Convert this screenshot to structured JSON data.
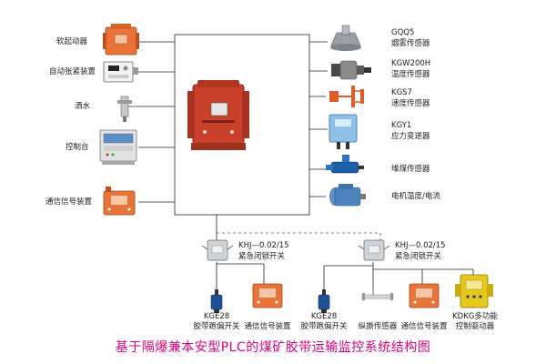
{
  "title": "基于隔爆兼本安型PLC的煤矿胶带运输监控系统结构图",
  "colors": {
    "frame_line": "#222222",
    "dashed_line": "#555555",
    "title": "#e0007a",
    "device_orange": "#e8743a",
    "device_red": "#c8402a",
    "device_blue": "#1f5fa8",
    "device_yellow": "#e6c81a"
  },
  "left_devices": [
    {
      "label": "软起动器",
      "icon": "orange-soft-starter-cabinet"
    },
    {
      "label": "自动张紧装置",
      "icon": "white-tensioner-box"
    },
    {
      "label": "洒水",
      "icon": "water-valve"
    },
    {
      "label": "控制台",
      "icon": "control-console"
    },
    {
      "label": "通信信号装置",
      "icon": "orange-signal-box"
    }
  ],
  "right_sensors": [
    {
      "line1": "GQQ5",
      "line2": "烟雾传感器",
      "icon": "smoke-sensor"
    },
    {
      "line1": "KGW200H",
      "line2": "温度传感器",
      "icon": "temperature-sensor"
    },
    {
      "line1": "KGS7",
      "line2": "速度传感器",
      "icon": "speed-sensor"
    },
    {
      "line1": "KGY1",
      "line2": "应力变送器",
      "icon": "stress-transmitter"
    },
    {
      "line1": "堆煤传感器",
      "line2": "",
      "icon": "coal-pile-sensor"
    },
    {
      "line1": "电机温度/电流",
      "line2": "",
      "icon": "motor"
    }
  ],
  "switches": [
    {
      "line1": "KHJ—0.02/15",
      "line2": "紧急闭锁开关"
    },
    {
      "line1": "KHJ—0.02/15",
      "line2": "紧急闭锁开关"
    }
  ],
  "bottom_devices": [
    {
      "line1": "KGE28",
      "line2": "胶带跑偏开关",
      "icon": "deviation-switch"
    },
    {
      "line1": "通信信号装置",
      "line2": "",
      "icon": "orange-signal-box"
    },
    {
      "line1": "KGE28",
      "line2": "胶带跑偏开关",
      "icon": "deviation-switch"
    },
    {
      "line1": "纵撕传感器",
      "line2": "",
      "icon": "tear-sensor"
    },
    {
      "line1": "通信信号装置",
      "line2": "",
      "icon": "orange-signal-box"
    },
    {
      "line1": "KDKG多功能",
      "line2": "控制驱动器",
      "icon": "yellow-driver-box"
    }
  ],
  "center": {
    "icon": "plc-main-cabinet"
  }
}
